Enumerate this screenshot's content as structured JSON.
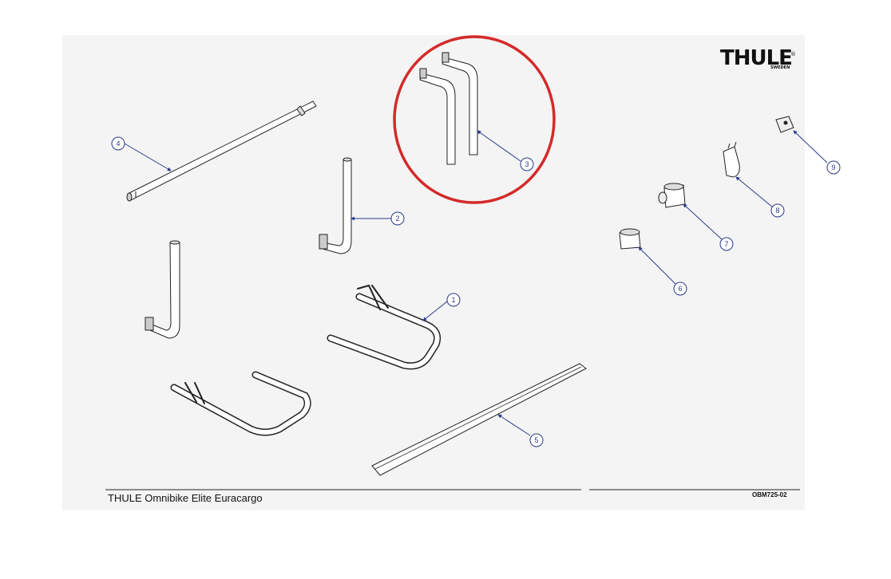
{
  "brand": {
    "logo": "THULE",
    "logo_sub": "SWEDEN",
    "registered": "®"
  },
  "footer": {
    "title": "THULE Omnibike Elite Euracargo",
    "code": "OBM725-02"
  },
  "colors": {
    "callout": "#2a3a8a",
    "highlight": "#d42a2a",
    "line": "#222222"
  },
  "callouts": [
    {
      "part": "1",
      "label": "1"
    },
    {
      "part": "2",
      "label": "2"
    },
    {
      "part": "3",
      "label": "3"
    },
    {
      "part": "4",
      "label": "4"
    },
    {
      "part": "5",
      "label": "5"
    },
    {
      "part": "6",
      "label": "6"
    },
    {
      "part": "7",
      "label": "7"
    },
    {
      "part": "8",
      "label": "8"
    },
    {
      "part": "9",
      "label": "9"
    }
  ],
  "highlighted_part": "3"
}
